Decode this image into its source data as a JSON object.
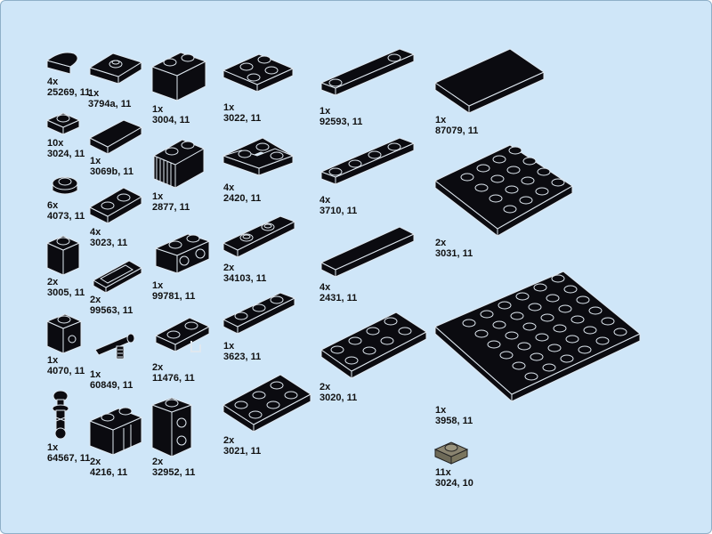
{
  "colors": {
    "background": "#cfe6f8",
    "brick": "#0b0b10",
    "edge": "#dfe8f0",
    "dark_tan": "#8a8470"
  },
  "parts": [
    {
      "qty": "4x",
      "id": "25269, 11",
      "icon": "quarter-round-tile-icon"
    },
    {
      "qty": "1x",
      "id": "3794a, 11",
      "icon": "jumper-plate-icon"
    },
    {
      "qty": "1x",
      "id": "3004, 11",
      "icon": "brick-1x2-icon"
    },
    {
      "qty": "1x",
      "id": "3022, 11",
      "icon": "plate-2x2-icon"
    },
    {
      "qty": "1x",
      "id": "92593, 11",
      "icon": "plate-1x4-icon"
    },
    {
      "qty": "1x",
      "id": "87079, 11",
      "icon": "tile-2x4-icon"
    },
    {
      "qty": "10x",
      "id": "3024, 11",
      "icon": "plate-1x1-icon"
    },
    {
      "qty": "1x",
      "id": "3069b, 11",
      "icon": "tile-1x2-icon"
    },
    {
      "qty": "1x",
      "id": "2877, 11",
      "icon": "grille-brick-icon"
    },
    {
      "qty": "4x",
      "id": "2420, 11",
      "icon": "corner-plate-icon"
    },
    {
      "qty": "4x",
      "id": "3710, 11",
      "icon": "plate-1x4-icon"
    },
    {
      "qty": "6x",
      "id": "4073, 11",
      "icon": "round-plate-icon"
    },
    {
      "qty": "4x",
      "id": "3023, 11",
      "icon": "plate-1x2-icon"
    },
    {
      "qty": "2x",
      "id": "3031, 11",
      "icon": "plate-4x4-icon"
    },
    {
      "qty": "2x",
      "id": "3005, 11",
      "icon": "brick-1x1-icon"
    },
    {
      "qty": "1x",
      "id": "99781, 11",
      "icon": "bracket-icon"
    },
    {
      "qty": "2x",
      "id": "34103, 11",
      "icon": "plate-1x3-jumper-icon"
    },
    {
      "qty": "4x",
      "id": "2431, 11",
      "icon": "tile-1x4-icon"
    },
    {
      "qty": "2x",
      "id": "99563, 11",
      "icon": "ingot-icon"
    },
    {
      "qty": "1x",
      "id": "4070, 11",
      "icon": "headlight-brick-icon"
    },
    {
      "qty": "1x",
      "id": "3623, 11",
      "icon": "plate-1x3-icon"
    },
    {
      "qty": "1x",
      "id": "60849, 11",
      "icon": "hose-clip-icon"
    },
    {
      "qty": "2x",
      "id": "11476, 11",
      "icon": "clip-plate-icon"
    },
    {
      "qty": "2x",
      "id": "3020, 11",
      "icon": "plate-2x4-icon"
    },
    {
      "qty": "1x",
      "id": "3958, 11",
      "icon": "plate-6x6-icon"
    },
    {
      "qty": "1x",
      "id": "64567, 11",
      "icon": "lightsaber-hilt-icon"
    },
    {
      "qty": "2x",
      "id": "4216, 11",
      "icon": "grooved-brick-icon"
    },
    {
      "qty": "2x",
      "id": "32952, 11",
      "icon": "brick-studs-side-icon"
    },
    {
      "qty": "2x",
      "id": "3021, 11",
      "icon": "plate-2x3-icon"
    },
    {
      "qty": "11x",
      "id": "3024, 10",
      "icon": "plate-1x1-icon"
    }
  ]
}
